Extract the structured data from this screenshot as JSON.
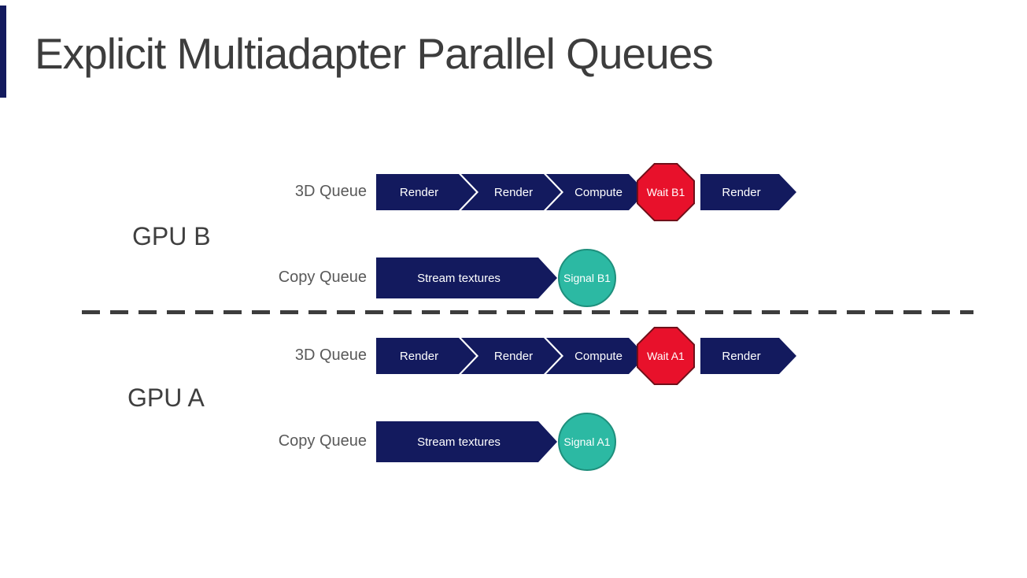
{
  "title": "Explicit Multiadapter Parallel Queues",
  "colors": {
    "navy": "#131a5e",
    "red": "#e8112b",
    "red_border": "#70101a",
    "teal": "#2cb9a3",
    "teal_border": "#1e8f7c",
    "title_gray": "#3d3d3d",
    "label_gray": "#595959",
    "dash_gray": "#3d3d3d"
  },
  "gpu_b": {
    "label": "GPU B",
    "queue_3d": {
      "label": "3D Queue",
      "blocks": [
        "Render",
        "Render",
        "Compute"
      ],
      "wait": "Wait B1",
      "post_block": "Render"
    },
    "queue_copy": {
      "label": "Copy Queue",
      "block": "Stream textures",
      "signal": "Signal B1"
    }
  },
  "gpu_a": {
    "label": "GPU A",
    "queue_3d": {
      "label": "3D Queue",
      "blocks": [
        "Render",
        "Render",
        "Compute"
      ],
      "wait": "Wait A1",
      "post_block": "Render"
    },
    "queue_copy": {
      "label": "Copy Queue",
      "block": "Stream textures",
      "signal": "Signal A1"
    }
  }
}
